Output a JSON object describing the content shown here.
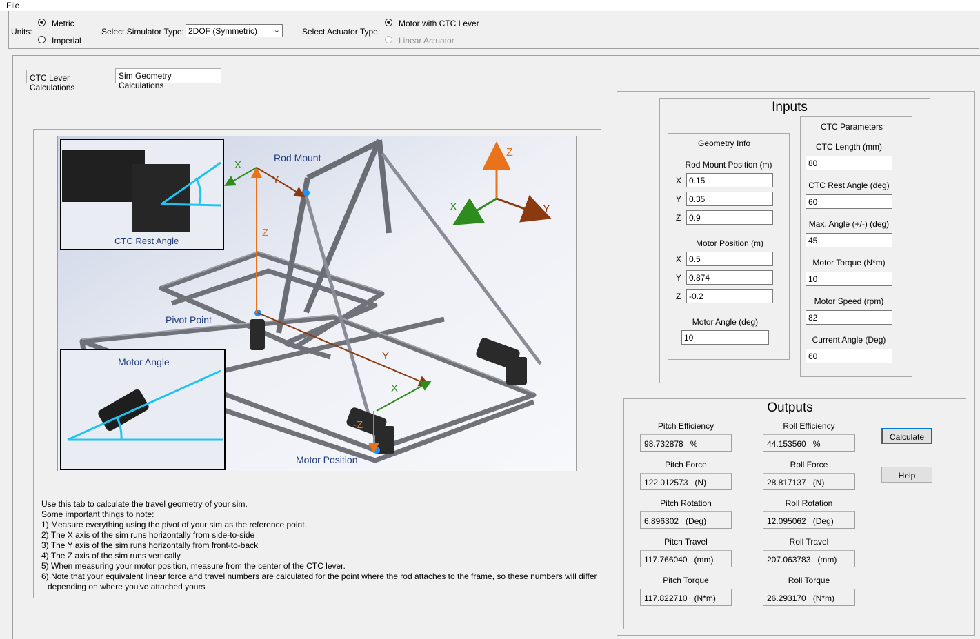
{
  "menu": {
    "file": "File"
  },
  "units": {
    "label": "Units:",
    "options": [
      "Metric",
      "Imperial"
    ],
    "selected": "Metric"
  },
  "simulator": {
    "label": "Select Simulator Type:",
    "value": "2DOF (Symmetric)"
  },
  "actuator": {
    "label": "Select Actuator Type:",
    "options": [
      "Motor with CTC Lever",
      "Linear Actuator"
    ],
    "selected": "Motor with CTC Lever"
  },
  "tabs": [
    "CTC Lever Calculations",
    "Sim Geometry Calculations"
  ],
  "active_tab": "Sim Geometry Calculations",
  "diagram": {
    "rod_mount": "Rod Mount",
    "pivot_point": "Pivot Point",
    "motor_position": "Motor Position",
    "ctc_rest_angle": "CTC Rest Angle",
    "motor_angle": "Motor Angle",
    "axis_x": "X",
    "axis_y": "Y",
    "axis_z": "Z",
    "axis_neg_z": "-Z"
  },
  "instructions": {
    "line1": "Use this tab to calculate the travel geometry of your sim.",
    "line2": "Some important things to note:",
    "line3": "1) Measure everything using the pivot of your sim as the reference point.",
    "line4": "2) The X axis of the sim runs horizontally from side-to-side",
    "line5": "3) The Y axis of the sim runs horizontally from front-to-back",
    "line6": "4) The Z axis of the sim runs vertically",
    "line7": "5) When measuring your motor position, measure from the center of the CTC lever.",
    "line8": "6) Note that your equivalent linear force and travel numbers are calculated for the point where the rod attaches to the frame, so these numbers will differ",
    "line9": "depending on where you've attached yours"
  },
  "inputs": {
    "title": "Inputs",
    "geometry": {
      "title": "Geometry Info",
      "rod_mount_label": "Rod Mount Position (m)",
      "rod_x": "0.15",
      "rod_y": "0.35",
      "rod_z": "0.9",
      "motor_pos_label": "Motor Position (m)",
      "motor_x": "0.5",
      "motor_y": "0.874",
      "motor_z": "-0.2",
      "motor_angle_label": "Motor Angle (deg)",
      "motor_angle": "10",
      "x": "X",
      "y": "Y",
      "z": "Z"
    },
    "ctc": {
      "title": "CTC Parameters",
      "length_label": "CTC Length (mm)",
      "length": "80",
      "rest_label": "CTC Rest Angle (deg)",
      "rest": "60",
      "max_label": "Max. Angle (+/-) (deg)",
      "max": "45",
      "torque_label": "Motor Torque (N*m)",
      "torque": "10",
      "speed_label": "Motor Speed (rpm)",
      "speed": "82",
      "current_label": "Current Angle (Deg)",
      "current": "60"
    }
  },
  "outputs": {
    "title": "Outputs",
    "pitch_eff_label": "Pitch Efficiency",
    "pitch_eff": "98.732878   %",
    "roll_eff_label": "Roll Efficiency",
    "roll_eff": "44.153560   %",
    "pitch_force_label": "Pitch Force",
    "pitch_force": "122.012573   (N)",
    "roll_force_label": "Roll Force",
    "roll_force": "28.817137   (N)",
    "pitch_rot_label": "Pitch Rotation",
    "pitch_rot": "6.896302   (Deg)",
    "roll_rot_label": "Roll Rotation",
    "roll_rot": "12.095062   (Deg)",
    "pitch_travel_label": "Pitch Travel",
    "pitch_travel": "117.766040   (mm)",
    "roll_travel_label": "Roll Travel",
    "roll_travel": "207.063783   (mm)",
    "pitch_torque_label": "Pitch Torque",
    "pitch_torque": "117.822710   (N*m)",
    "roll_torque_label": "Roll Torque",
    "roll_torque": "26.293170   (N*m)"
  },
  "buttons": {
    "calculate": "Calculate",
    "help": "Help"
  },
  "colors": {
    "z_axis": "#e8731a",
    "x_axis": "#2e8b1e",
    "y_axis": "#8b3a0f",
    "highlight": "#1fc4f0",
    "label_blue": "#1f3b7a"
  }
}
